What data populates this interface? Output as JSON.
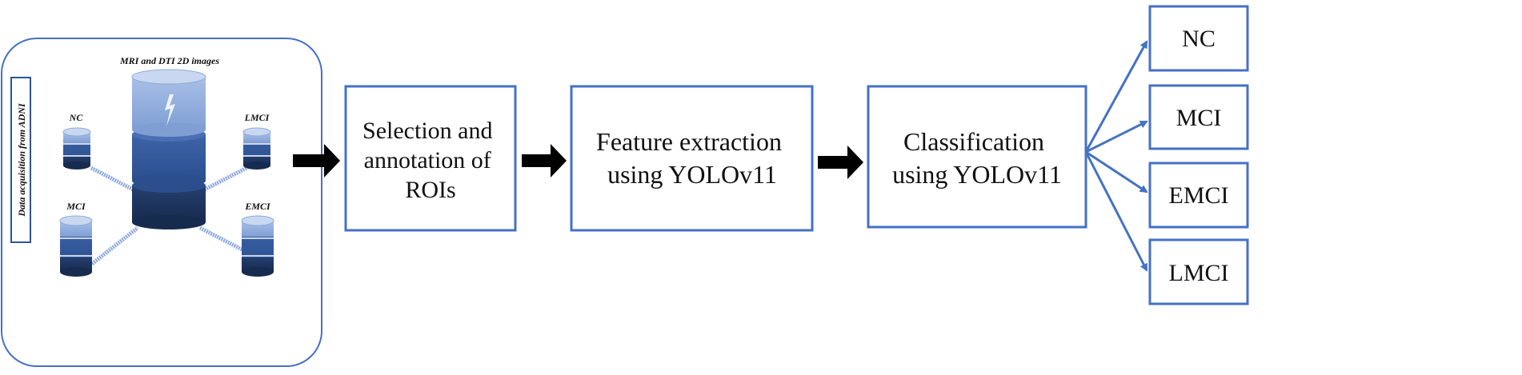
{
  "acquisition": {
    "vertical_label": "Data acquisition from ADNI",
    "central_db_label": "MRI and DTI 2D images",
    "db_labels": {
      "nc": "NC",
      "lmci": "LMCI",
      "mci": "MCI",
      "emci": "EMCI"
    }
  },
  "pipeline": {
    "step1": {
      "line1": "Selection and",
      "line2": "annotation of",
      "line3": "ROIs"
    },
    "step2": {
      "line1": "Feature extraction",
      "line2": "using YOLOv11"
    },
    "step3": {
      "line1": "Classification",
      "line2": "using YOLOv11"
    }
  },
  "outputs": {
    "nc": "NC",
    "mci": "MCI",
    "emci": "EMCI",
    "lmci": "LMCI"
  },
  "colors": {
    "box_border": "#4472c4",
    "arrow_fill": "#000000",
    "db_dark": "#1f3864",
    "db_mid": "#2e5597",
    "db_light": "#8faadc"
  }
}
